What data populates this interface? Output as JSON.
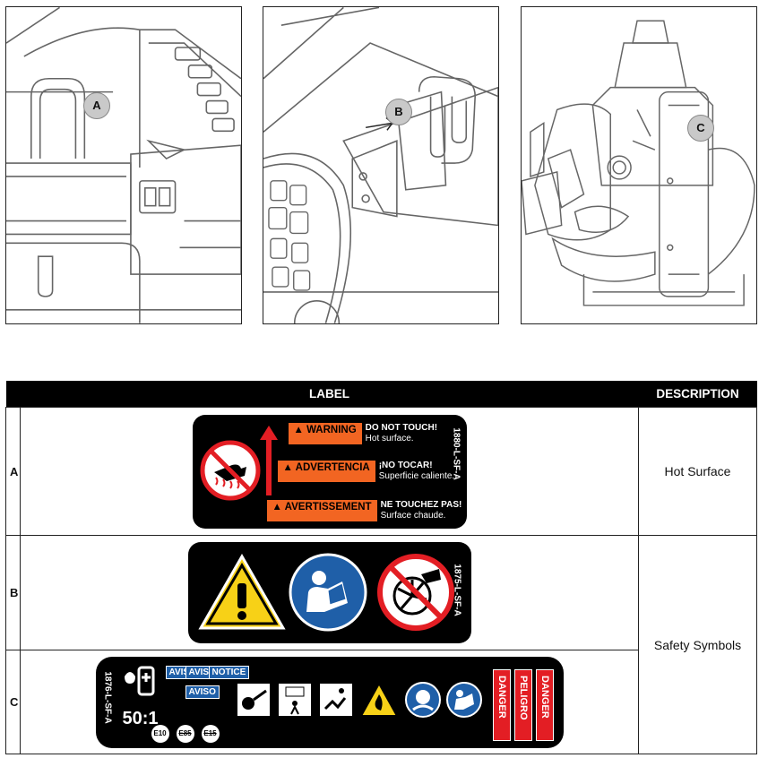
{
  "panels": [
    {
      "callout": "A"
    },
    {
      "callout": "B"
    },
    {
      "callout": "C"
    }
  ],
  "table": {
    "header_label": "LABEL",
    "header_description": "DESCRIPTION",
    "rows": [
      {
        "letter": "A",
        "description": "Hot Surface"
      },
      {
        "letter": "B",
        "description": "Safety Symbols"
      },
      {
        "letter": "C",
        "description": ""
      }
    ]
  },
  "decal_a": {
    "warning_tag": "WARNING",
    "warning_title": "DO NOT TOUCH!",
    "warning_text": "Hot surface.",
    "advertencia_tag": "ADVERTENCIA",
    "advertencia_title": "¡NO TOCAR!",
    "advertencia_text": "Superficie caliente.",
    "avertissement_tag": "AVERTISSEMENT",
    "avertissement_title": "NE TOUCHEZ PAS!",
    "avertissement_text": "Surface chaude.",
    "code": "1880-L-SF-A"
  },
  "decal_b": {
    "code": "1875-L-SF-A"
  },
  "decal_c": {
    "code": "1876-L-SF-A",
    "ratio": "50:1",
    "avis1": "AVIS",
    "avis2": "AVIS",
    "aviso": "AVISO",
    "notice": "NOTICE",
    "e10": "E10",
    "e85": "E85",
    "e15": "E15",
    "danger1": "DANGER",
    "peligro": "PELIGRO",
    "danger2": "DANGER"
  },
  "colors": {
    "warning_orange": "#f26522",
    "red": "#e31e24",
    "blue": "#1f5fa8",
    "yellow": "#f7d117"
  }
}
